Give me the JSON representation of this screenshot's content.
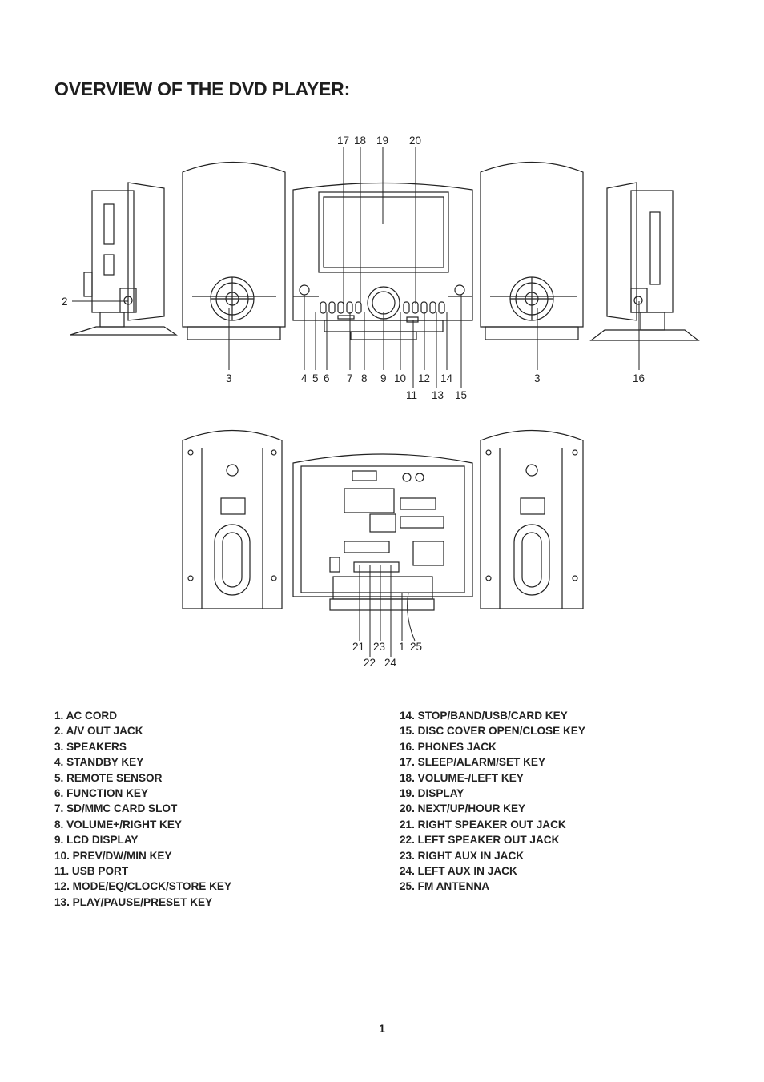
{
  "title": "OVERVIEW OF THE DVD PLAYER:",
  "callouts_top": {
    "n17": "17",
    "n18": "18",
    "n19": "19",
    "n20": "20",
    "n2": "2",
    "n3a": "3",
    "n4": "4",
    "n5": "5",
    "n6": "6",
    "n7": "7",
    "n8": "8",
    "n9": "9",
    "n10": "10",
    "n12": "12",
    "n14": "14",
    "n3b": "3",
    "n16": "16",
    "n11": "11",
    "n13": "13",
    "n15": "15"
  },
  "callouts_back": {
    "n21": "21",
    "n23": "23",
    "n1": "1",
    "n25": "25",
    "n22": "22",
    "n24": "24"
  },
  "parts_left": [
    "1. AC CORD",
    "2. A/V OUT JACK",
    "3. SPEAKERS",
    "4. STANDBY KEY",
    "5. REMOTE SENSOR",
    "6. FUNCTION KEY",
    "7. SD/MMC CARD SLOT",
    "8. VOLUME+/RIGHT KEY",
    "9. LCD DISPLAY",
    "10. PREV/DW/MIN KEY",
    "11. USB PORT",
    "12. MODE/EQ/CLOCK/STORE KEY",
    "13. PLAY/PAUSE/PRESET KEY"
  ],
  "parts_right": [
    "14. STOP/BAND/USB/CARD KEY",
    "15. DISC COVER OPEN/CLOSE KEY",
    "16. PHONES JACK",
    "17. SLEEP/ALARM/SET KEY",
    "18. VOLUME-/LEFT KEY",
    "19. DISPLAY",
    "20. NEXT/UP/HOUR KEY",
    "21. RIGHT SPEAKER OUT JACK",
    "22. LEFT SPEAKER OUT JACK",
    "23. RIGHT AUX IN JACK",
    "24. LEFT AUX IN JACK",
    "25. FM ANTENNA"
  ],
  "page_number": "1"
}
